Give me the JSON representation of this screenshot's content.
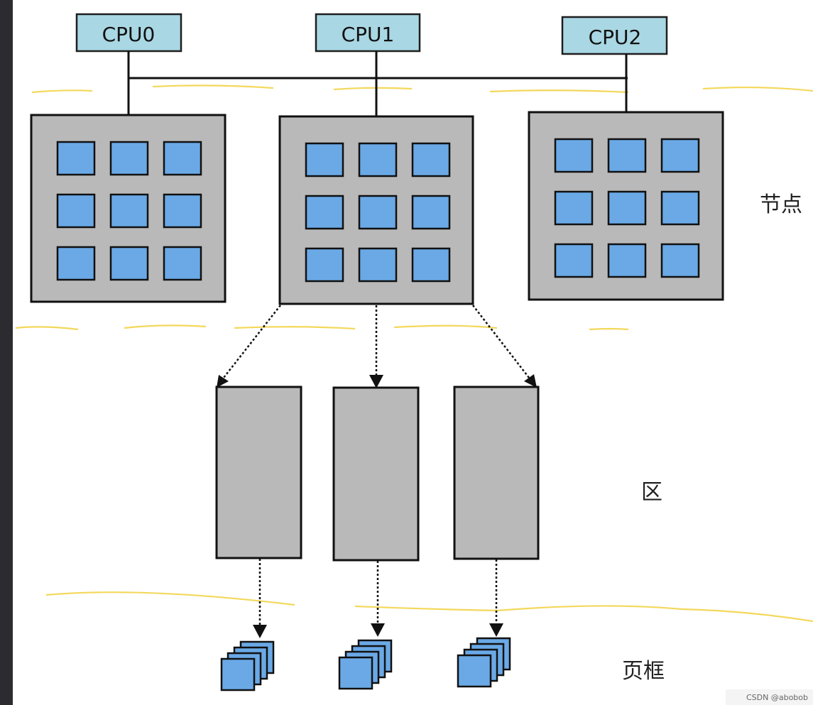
{
  "cpus": [
    {
      "label": "CPU0"
    },
    {
      "label": "CPU1"
    },
    {
      "label": "CPU2"
    }
  ],
  "labels": {
    "node": "节点",
    "zone": "区",
    "page_frame": "页框"
  },
  "watermark": "CSDN @abobob",
  "colors": {
    "cpu_fill": "#a9d7e3",
    "box_fill": "#b9b9b9",
    "cell_fill": "#6aa9e6",
    "highlight": "#f2d44a",
    "left_strip": "#2b2b30"
  }
}
